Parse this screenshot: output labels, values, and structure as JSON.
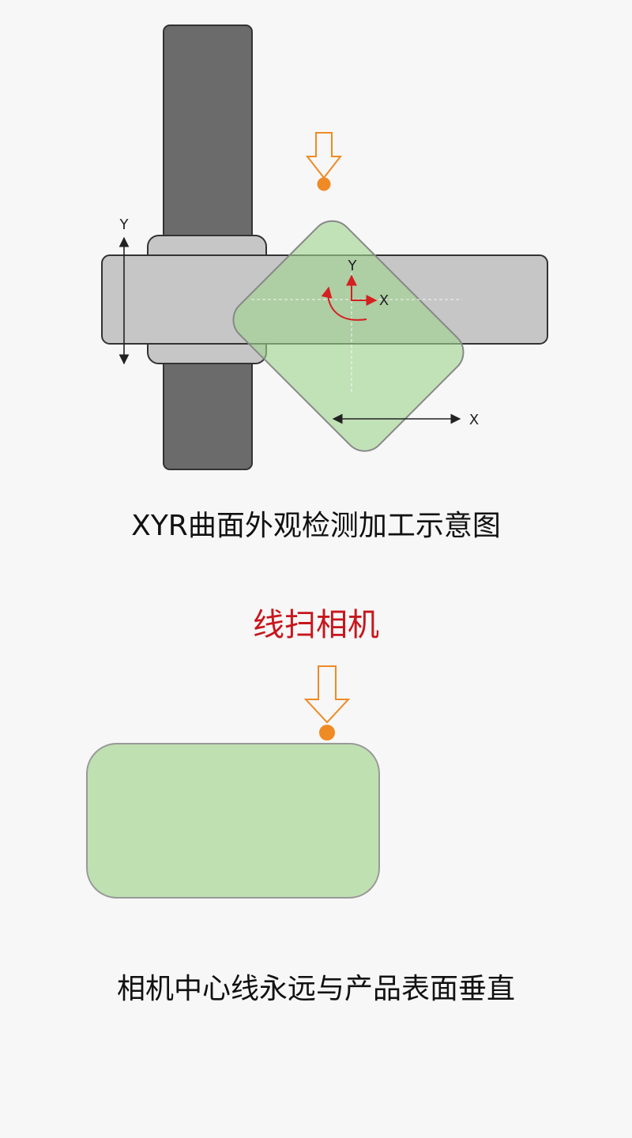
{
  "top_diagram": {
    "left_y_axis_label": "Y",
    "bottom_x_axis_label": "X",
    "center_y_label": "Y",
    "center_x_label": "X",
    "caption": "XYR曲面外观检测加工示意图"
  },
  "bottom_diagram": {
    "heading": "线扫相机",
    "caption": "相机中心线永远与产品表面垂直"
  },
  "colors": {
    "rail_dark": "#6b6b6b",
    "rail_light": "#c8c8c8",
    "product_green": "#9fd48f",
    "camera_orange": "#f08a24",
    "rotation_red": "#d42020",
    "heading_red": "#c8161d"
  }
}
